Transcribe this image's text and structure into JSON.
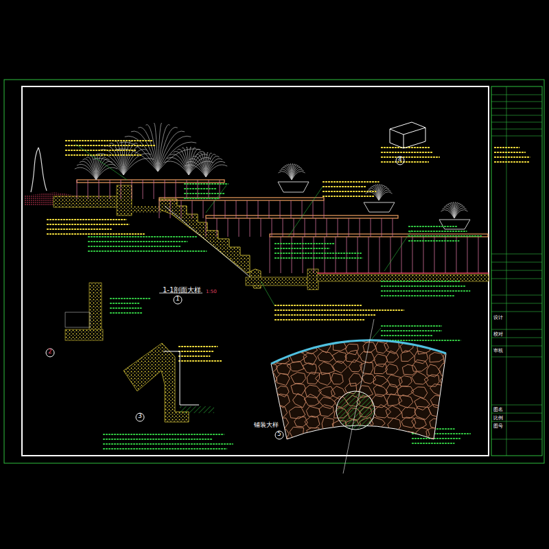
{
  "diagram": {
    "labels": [
      "1-1剖面大样",
      "1",
      "2",
      "3",
      "4",
      "5",
      "铺装大样",
      "1:50",
      "设计",
      "校对",
      "审核",
      "图名",
      "比例",
      "图号"
    ]
  }
}
